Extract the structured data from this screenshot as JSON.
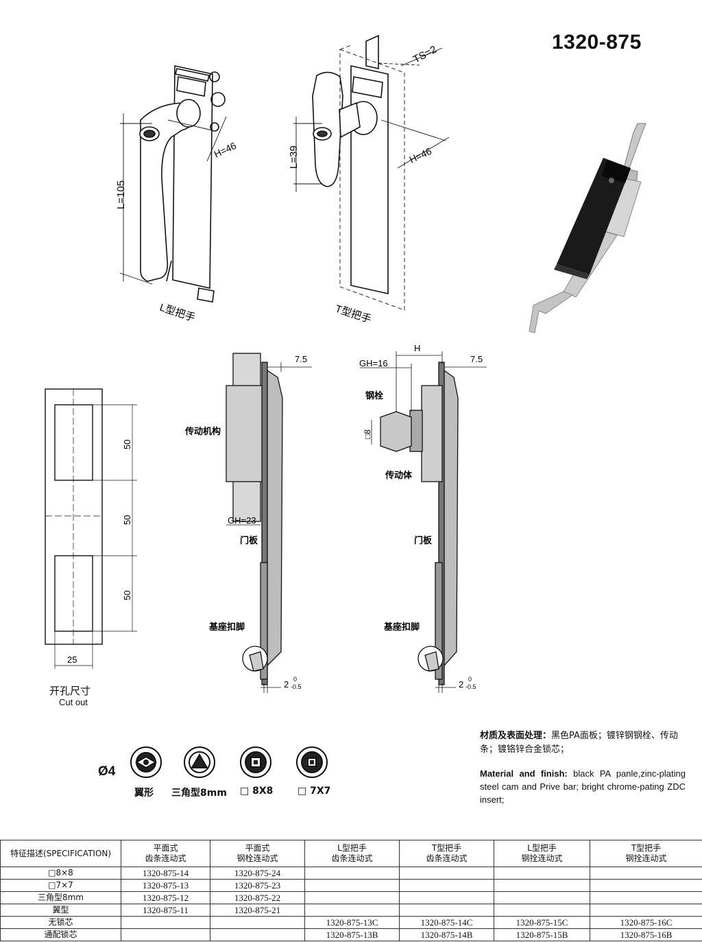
{
  "title": "1320-875",
  "drawings": {
    "l_handle": {
      "caption": "L型把手",
      "dim_l": "L=105",
      "dim_h": "H=46"
    },
    "t_handle": {
      "caption": "T型把手",
      "dim_l": "L=39",
      "dim_h": "H=46",
      "dim_ts": "TS=2"
    },
    "side_rack": {
      "dim_top": "7.5",
      "label_mech": "传动机构",
      "dim_gh": "GH=23",
      "label_door": "门板",
      "label_base": "基座扣脚",
      "dim_bottom": "2",
      "tol_upper": "0",
      "tol_lower": "-0.5"
    },
    "side_bolt": {
      "dim_h": "H",
      "dim_gh": "GH=16",
      "dim_top": "7.5",
      "label_bolt": "钢栓",
      "dim_sq": "□8",
      "label_body": "传动体",
      "label_door": "门板",
      "label_base": "基座扣脚",
      "dim_bottom": "2",
      "tol_upper": "0",
      "tol_lower": "-0.5"
    }
  },
  "cutout": {
    "dim_1": "50",
    "dim_2": "50",
    "dim_3": "50",
    "dim_width": "25",
    "label_cn": "开孔尺寸",
    "label_en": "Cut out"
  },
  "inserts": {
    "diameter": "Ø4",
    "items": [
      {
        "label": "翼形",
        "icon": "wing-insert-icon"
      },
      {
        "label": "三角型8mm",
        "icon": "triangle-insert-icon"
      },
      {
        "label": "□ 8X8",
        "icon": "square-8-insert-icon"
      },
      {
        "label": "□ 7X7",
        "icon": "square-7-insert-icon"
      }
    ]
  },
  "material": {
    "cn_label": "材质及表面处理：",
    "cn_text": "黑色PA面板；镀锌钢钢栓、传动条；镀铬锌合金锁芯；",
    "en_label": "Material and finish:",
    "en_text": " black PA panle,zinc-plating steel cam and Prive bar; bright chrome-pating ZDC insert;"
  },
  "table": {
    "headers": [
      [
        "特征描述(SPECIFICATION)",
        ""
      ],
      [
        "平面式",
        "齿条连动式"
      ],
      [
        "平面式",
        "钢栓连动式"
      ],
      [
        "L型把手",
        "齿条连动式"
      ],
      [
        "T型把手",
        "齿条连动式"
      ],
      [
        "L型把手",
        "钢拴连动式"
      ],
      [
        "T型把手",
        "钢拴连动式"
      ]
    ],
    "rows": [
      [
        "□8×8",
        "1320-875-14",
        "1320-875-24",
        "",
        "",
        "",
        ""
      ],
      [
        "□7×7",
        "1320-875-13",
        "1320-875-23",
        "",
        "",
        "",
        ""
      ],
      [
        "三角型8mm",
        "1320-875-12",
        "1320-875-22",
        "",
        "",
        "",
        ""
      ],
      [
        "翼型",
        "1320-875-11",
        "1320-875-21",
        "",
        "",
        "",
        ""
      ],
      [
        "无锁芯",
        "",
        "",
        "1320-875-13C",
        "1320-875-14C",
        "1320-875-15C",
        "1320-875-16C"
      ],
      [
        "通配锁芯",
        "",
        "",
        "1320-875-13B",
        "1320-875-14B",
        "1320-875-15B",
        "1320-875-16B"
      ]
    ]
  }
}
